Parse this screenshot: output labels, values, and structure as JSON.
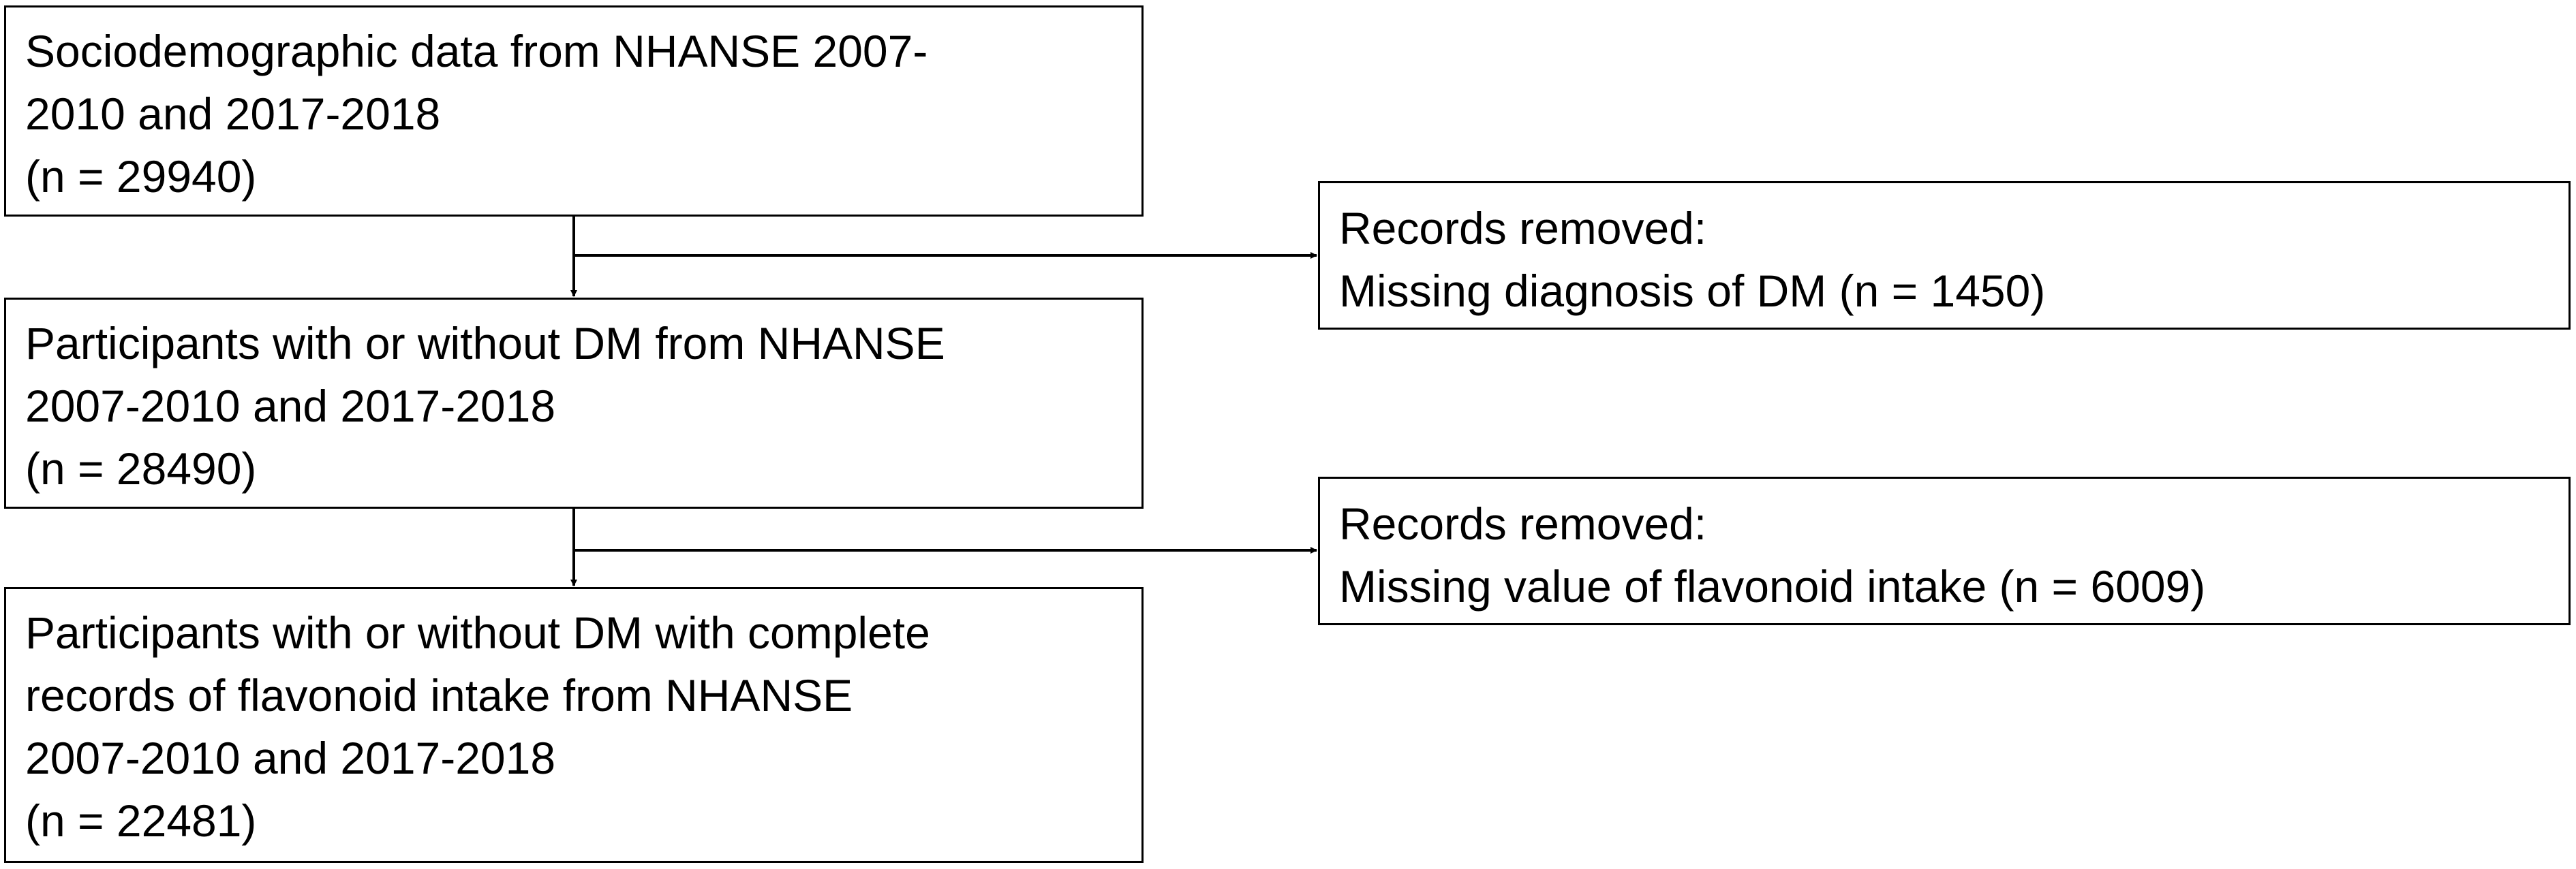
{
  "flowchart": {
    "main_steps": [
      {
        "lines": [
          "Sociodemographic data from NHANSE 2007-",
          "2010 and 2017-2018",
          "(n = 29940)"
        ]
      },
      {
        "lines": [
          "Participants with or without DM from NHANSE",
          "2007-2010 and 2017-2018",
          "(n = 28490)"
        ]
      },
      {
        "lines": [
          "Participants with or without DM with complete",
          "records of flavonoid intake from NHANSE",
          "2007-2010 and 2017-2018",
          "(n = 22481)"
        ]
      }
    ],
    "exclusions": [
      {
        "lines": [
          "Records removed:",
          "Missing diagnosis of DM (n = 1450)"
        ]
      },
      {
        "lines": [
          "Records removed:",
          "Missing value of flavonoid intake (n = 6009)"
        ]
      }
    ],
    "colors": {
      "stroke": "#000000",
      "background": "#ffffff",
      "text": "#000000"
    }
  }
}
